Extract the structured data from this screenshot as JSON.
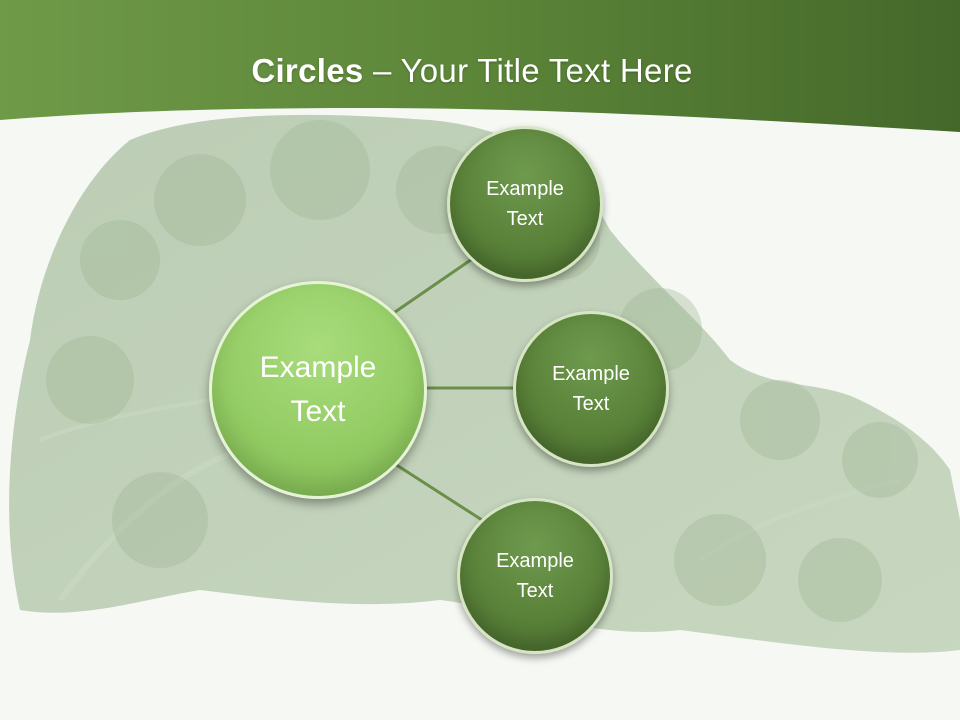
{
  "slide": {
    "title_bold": "Circles",
    "title_rest": " – Your Title Text Here"
  },
  "diagram": {
    "center": {
      "text_line1": "Example",
      "text_line2": "Text"
    },
    "nodes": [
      {
        "text_line1": "Example",
        "text_line2": "Text"
      },
      {
        "text_line1": "Example",
        "text_line2": "Text"
      },
      {
        "text_line1": "Example",
        "text_line2": "Text"
      }
    ]
  },
  "colors": {
    "header_green": "#4a6e2e",
    "center_circle": "#94cc64",
    "node_circle": "#5a8239",
    "connector": "#6b8f4a"
  }
}
